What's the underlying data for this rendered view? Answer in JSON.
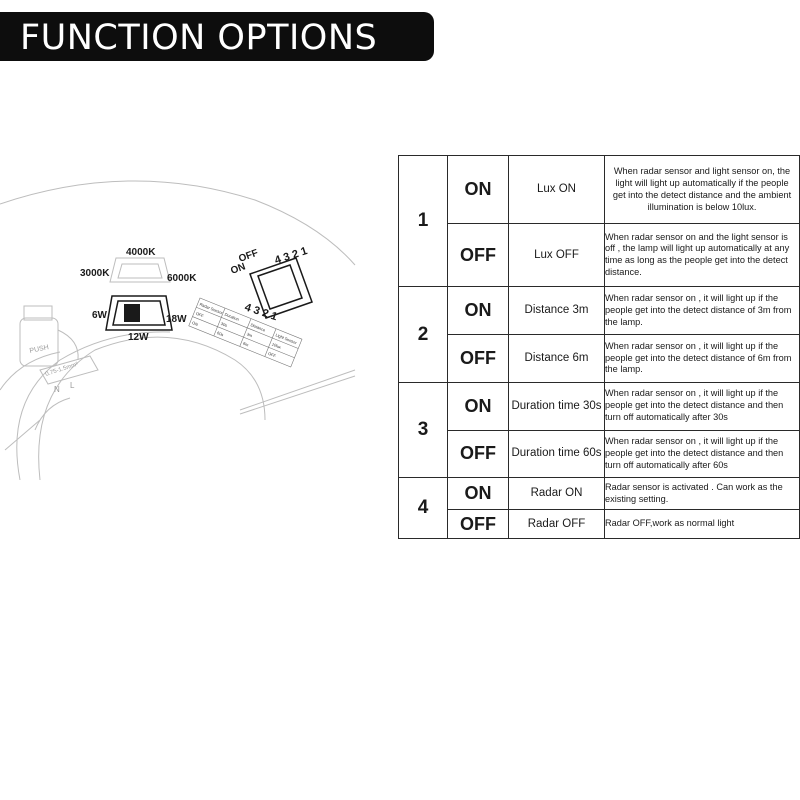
{
  "banner": {
    "title": "FUNCTION OPTIONS"
  },
  "diagram": {
    "cct": {
      "k4000": "4000K",
      "k3000": "3000K",
      "k6000": "6000K"
    },
    "watt": {
      "w6": "6W",
      "w12": "12W",
      "w18": "18W"
    },
    "dip": {
      "off": "OFF",
      "on": "ON",
      "nums_top": "4 3 2 1",
      "nums_bottom": "4 3 2 1"
    },
    "push": "PUSH",
    "terminal": {
      "wire": "0.75-1.5mm²",
      "n": "N",
      "l": "L"
    },
    "mini_table": {
      "r1": [
        "Radar Sensor",
        "Duration",
        "Distance",
        "Light Sensor"
      ],
      "r2": [
        "OFF",
        "30s",
        "3m",
        "10lux"
      ],
      "r3": [
        "ON",
        "60s",
        "6m",
        "OFF"
      ]
    }
  },
  "table": {
    "groups": [
      {
        "num": "1",
        "rows": [
          {
            "state": "ON",
            "func": "Lux ON",
            "desc": "When radar sensor and light sensor on, the light will light up automatically if the people get into the detect distance and the ambient illumination is below 10lux.",
            "centered": true
          },
          {
            "state": "OFF",
            "func": "Lux OFF",
            "desc": "When radar sensor on and the light sensor is off , the lamp will light up automatically at any time as long as the people get into the detect distance.",
            "centered": false
          }
        ]
      },
      {
        "num": "2",
        "rows": [
          {
            "state": "ON",
            "func": "Distance 3m",
            "desc": "When radar sensor on , it will light up if the people get into the detect distance of 3m from the lamp.",
            "centered": false
          },
          {
            "state": "OFF",
            "func": "Distance 6m",
            "desc": "When radar sensor on , it will light up if the people get into the detect distance of 6m from the lamp.",
            "centered": false
          }
        ]
      },
      {
        "num": "3",
        "rows": [
          {
            "state": "ON",
            "func": "Duration time 30s",
            "desc": "When radar sensor on , it will light up if the people get into the detect distance and then turn off automatically after 30s",
            "centered": false
          },
          {
            "state": "OFF",
            "func": "Duration time 60s",
            "desc": "When radar sensor on , it will light up if the people get into the detect distance and then turn off automatically after 60s",
            "centered": false
          }
        ]
      },
      {
        "num": "4",
        "rows": [
          {
            "state": "ON",
            "func": "Radar ON",
            "desc": "Radar sensor is activated . Can work as the existing setting.",
            "centered": false
          },
          {
            "state": "OFF",
            "func": "Radar OFF",
            "desc": "Radar OFF,work as normal light",
            "centered": false
          }
        ]
      }
    ]
  }
}
